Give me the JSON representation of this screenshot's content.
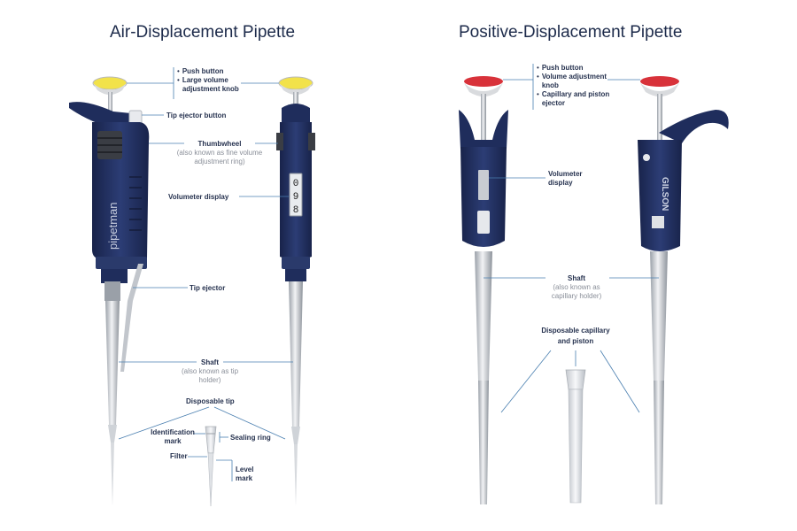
{
  "air": {
    "title": "Air-Displacement Pipette",
    "push_button": "Push button",
    "large_knob": "Large volume adjustment knob",
    "tip_ejector_button": "Tip ejector button",
    "thumbwheel": "Thumbwheel",
    "thumbwheel_note": "(also known as fine volume adjustment ring)",
    "volumeter": "Volumeter display",
    "tip_ejector": "Tip ejector",
    "shaft": "Shaft",
    "shaft_note": "(also known as tip holder)",
    "disposable_tip": "Disposable tip",
    "identification_mark": "Identification mark",
    "sealing_ring": "Sealing ring",
    "filter": "Filter",
    "level_mark": "Level mark",
    "display_digits": [
      "0",
      "9",
      "8"
    ],
    "brand_text": "pipetman"
  },
  "positive": {
    "title": "Positive-Displacement Pipette",
    "push_button": "Push button",
    "volume_knob": "Volume adjustment knob",
    "capillary_ejector": "Capillary and piston ejector",
    "volumeter": "Volumeter display",
    "shaft": "Shaft",
    "shaft_note": "(also known as capillary holder)",
    "disposable": "Disposable capillary and piston",
    "brand_text": "GILSON"
  },
  "colors": {
    "navy": "#1f2d5c",
    "yellow_button": "#f2e24a",
    "red_button": "#d8323a",
    "label_text": "#26324f",
    "note_text": "#8a8f99",
    "leader": "#4a7fb0"
  }
}
